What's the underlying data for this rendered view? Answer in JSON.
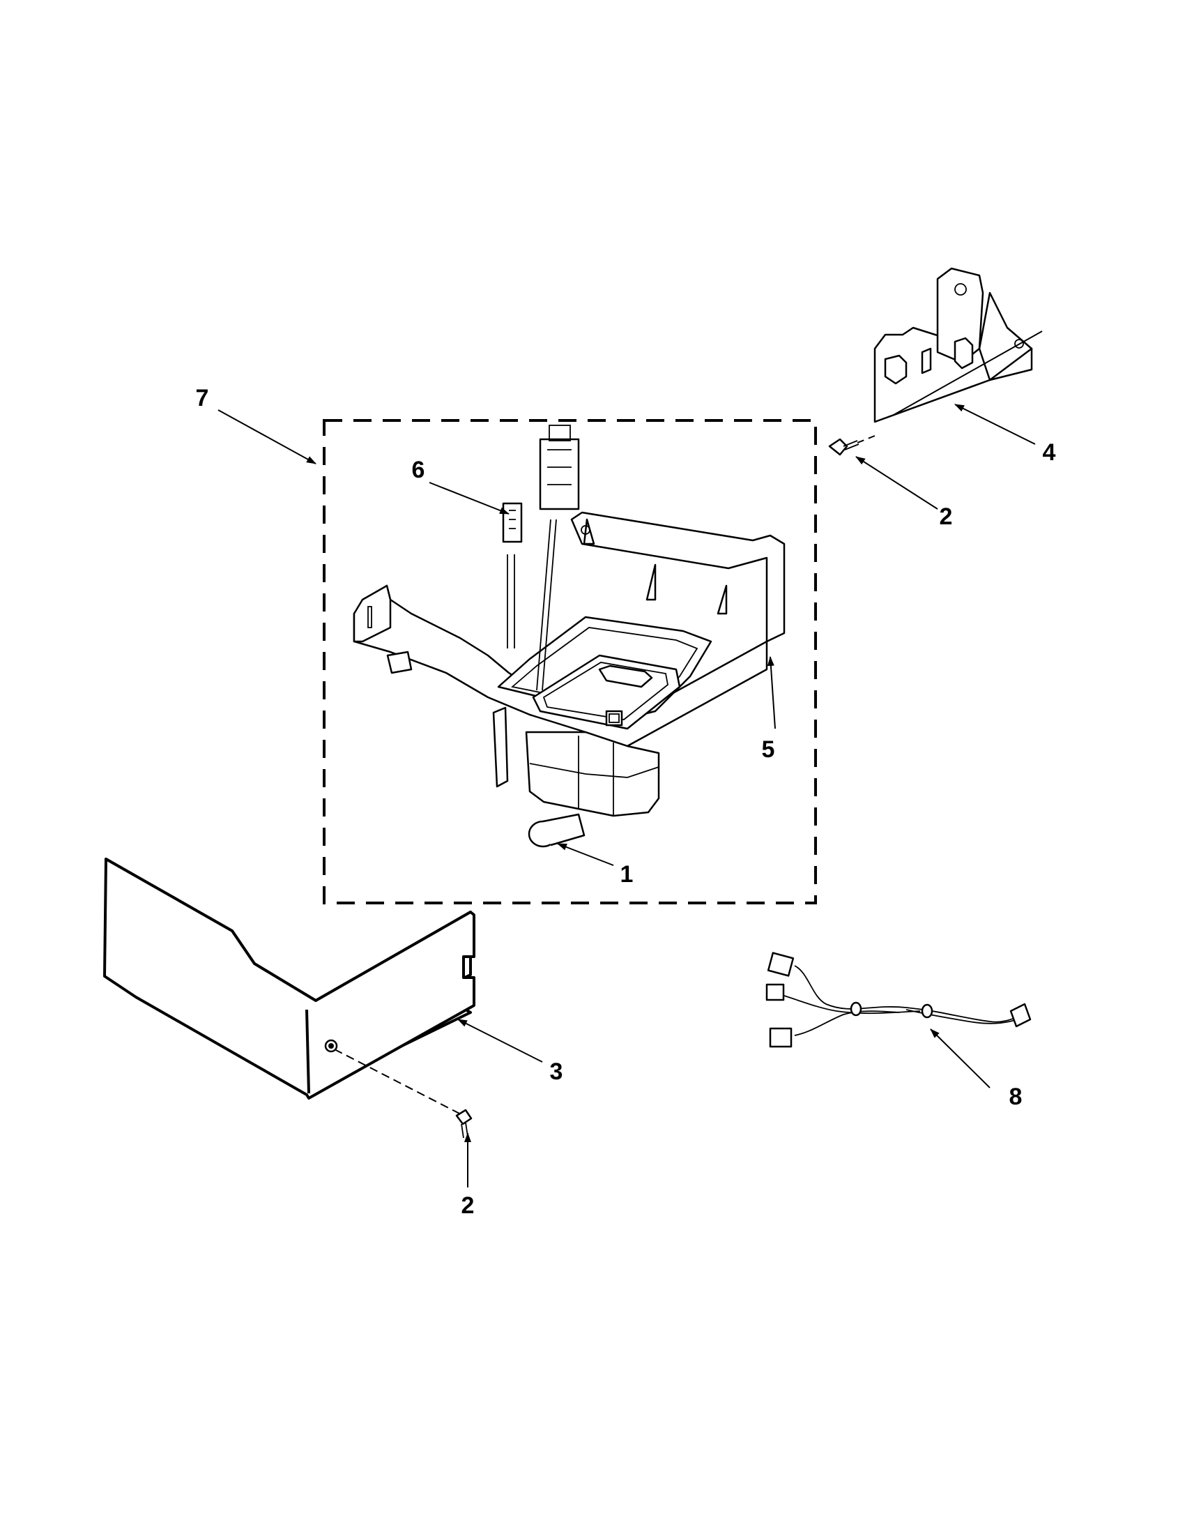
{
  "callouts": {
    "c1": "1",
    "c2a": "2",
    "c2b": "2",
    "c3": "3",
    "c4": "4",
    "c5": "5",
    "c6": "6",
    "c7": "7",
    "c8": "8"
  },
  "icons": {
    "arrowhead": "arrowhead-icon"
  }
}
